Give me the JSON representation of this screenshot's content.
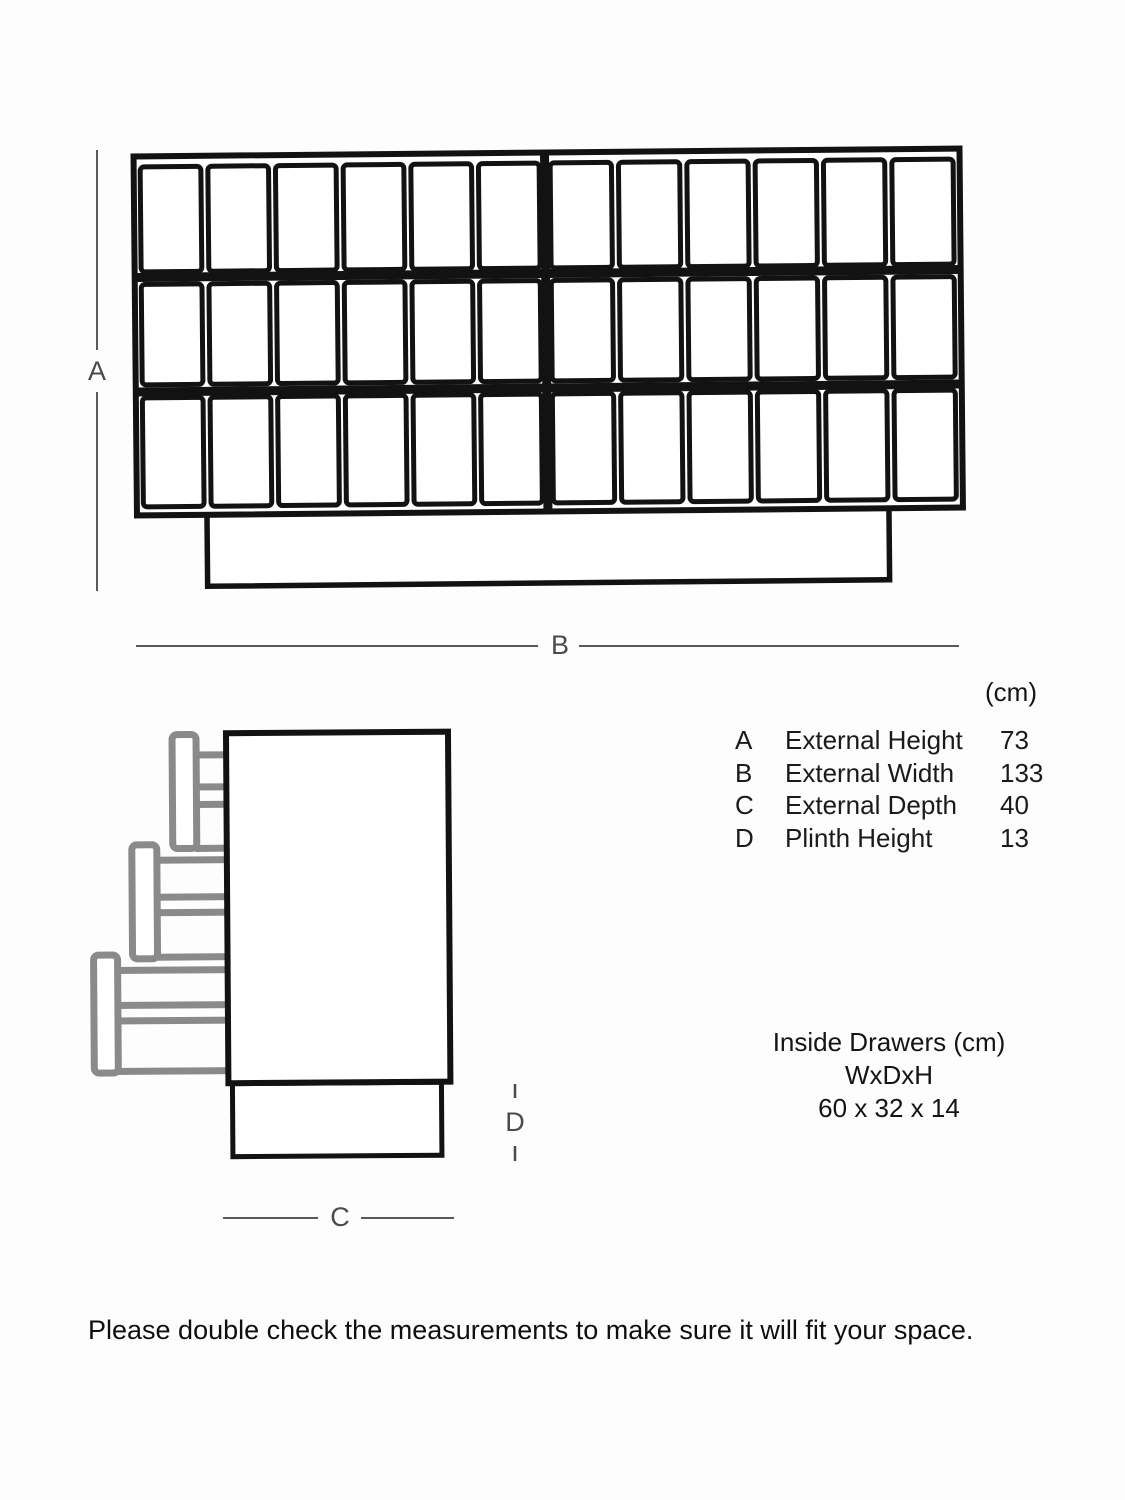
{
  "units_header": "(cm)",
  "dimension_labels": {
    "a": "A",
    "b": "B",
    "c": "C",
    "d": "D"
  },
  "measurements": {
    "rows": [
      {
        "letter": "A",
        "label": "External Height",
        "value": "73"
      },
      {
        "letter": "B",
        "label": "External Width",
        "value": "133"
      },
      {
        "letter": "C",
        "label": "External Depth",
        "value": "40"
      },
      {
        "letter": "D",
        "label": "Plinth Height",
        "value": "13"
      }
    ]
  },
  "inside_drawers": {
    "title": "Inside Drawers (cm)",
    "format_line": "WxDxH",
    "size_line": "60 x 32 x 14"
  },
  "footer_note": "Please double check the measurements to make sure it will fit your space.",
  "diagram": {
    "front_view": "sideboard-front-elevation",
    "side_view": "sideboard-side-elevation-drawers-open",
    "panels_per_door_row": 6,
    "door_sections": 2,
    "panel_rows": 3,
    "drawer_count": 3
  },
  "colors": {
    "furniture_line": "#121212",
    "drawer_line": "#8a8a8a",
    "dimension_line": "#5a5a5a",
    "background": "#fdfdfd"
  }
}
